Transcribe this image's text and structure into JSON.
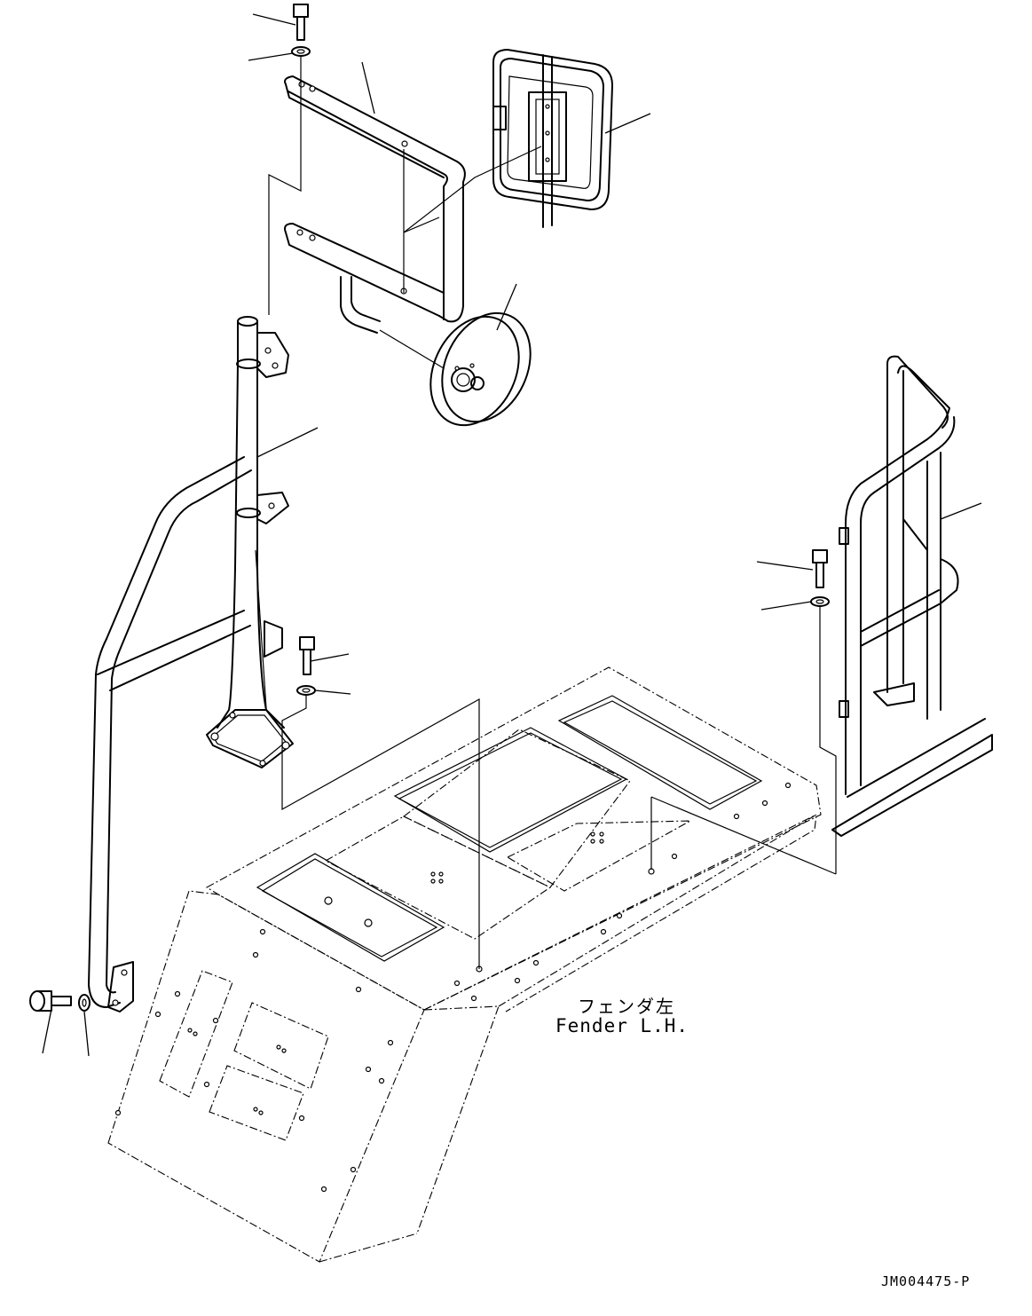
{
  "labels": {
    "fender_jp": "フェンダ左",
    "fender_en": "Fender L.H.",
    "drawing_id": "JM004475-P"
  }
}
